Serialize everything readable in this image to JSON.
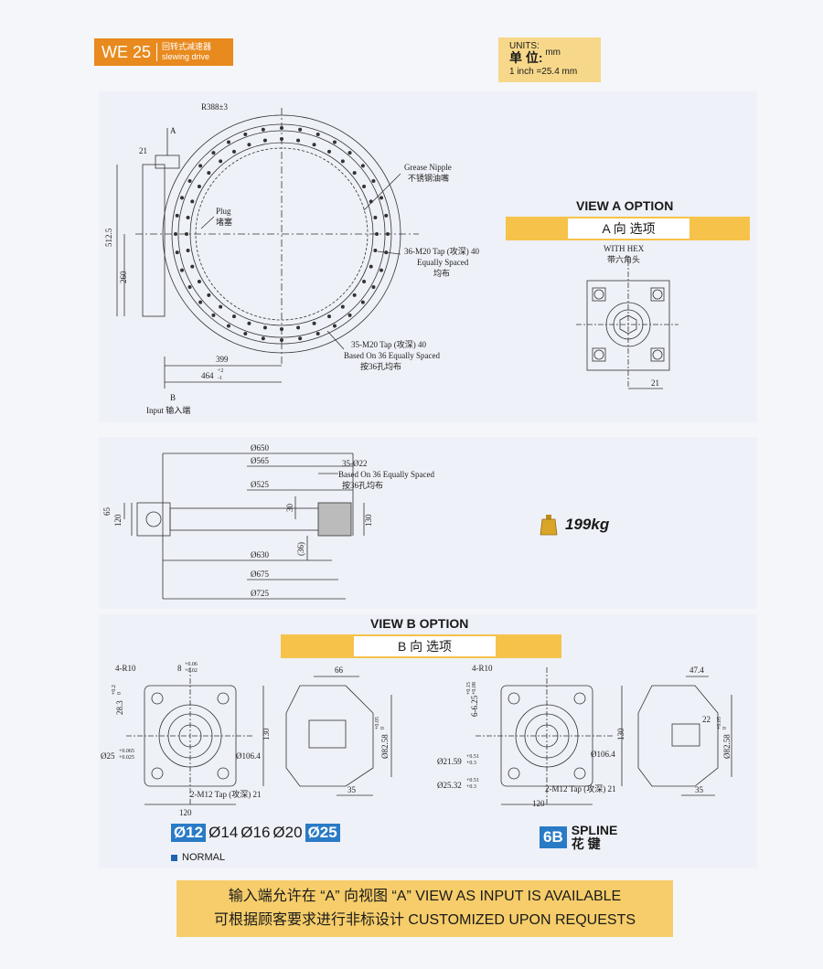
{
  "header": {
    "model": "WE 25",
    "name_cn": "回转式减速器",
    "name_en": "slewing drive"
  },
  "units": {
    "label_en": "UNITS:",
    "unit_en": "mm",
    "label_cn": "单 位:",
    "conversion": "1 inch =25.4 mm"
  },
  "top_drawing": {
    "radius": "R388±3",
    "view_a": "A",
    "view_b": "B",
    "flatness": "21",
    "height_total": "512.5",
    "height_lower": "260",
    "grease_nipple_en": "Grease Nipple",
    "grease_nipple_cn": "不锈钢油嘴",
    "plug_en": "Plug",
    "plug_cn": "堵塞",
    "tap_outer": "36-M20 Tap (攻深) 40",
    "tap_outer_spacing_en": "Equally Spaced",
    "tap_outer_spacing_cn": "均布",
    "tap_inner": "35-M20 Tap (攻深) 40",
    "tap_inner_spacing_en": "Based On 36 Equally Spaced",
    "tap_inner_spacing_cn": "按36孔均布",
    "dim_399": "399",
    "dim_464": "464",
    "dim_464_tol_up": "+2",
    "dim_464_tol_down": "-1",
    "input_label": "Input 输入端"
  },
  "section_drawing": {
    "d650": "Ø650",
    "d565": "Ø565",
    "d525": "Ø525",
    "d630": "Ø630",
    "d675": "Ø675",
    "d725": "Ø725",
    "holes": "35-Ø22",
    "holes_spacing_en": "Based On 36 Equally Spaced",
    "holes_spacing_cn": "按36孔均布",
    "h65": "65",
    "h120": "120",
    "h30": "30",
    "h36": "(36)",
    "h130": "130"
  },
  "weight": "199kg",
  "view_a": {
    "title": "VIEW A OPTION",
    "subtitle": "A 向 选项",
    "with_hex_en": "WITH HEX",
    "with_hex_cn": "带六角头",
    "dim": "21"
  },
  "view_b": {
    "title": "VIEW B OPTION",
    "subtitle": "B 向 选项",
    "left": {
      "r": "4-R10",
      "keyway": "8",
      "keyway_tol_up": "+0.06",
      "keyway_tol_down": "+0.02",
      "h28": "28.3",
      "h28_tol_up": "+0.2",
      "h28_tol_down": "0",
      "bore": "Ø25",
      "bore_tol_up": "+0.065",
      "bore_tol_down": "+0.025",
      "d106": "Ø106.4",
      "tap": "2-M12 Tap (攻深) 21",
      "w120": "120",
      "h130": "130",
      "l66": "66",
      "d82": "Ø82.58",
      "d82_tol_up": "+0.05",
      "d82_tol_down": "0",
      "l35": "35"
    },
    "right": {
      "r": "4-R10",
      "spline_h": "6-6.25",
      "spline_h_tol_up": "+0.15",
      "spline_h_tol_down": "+0.08",
      "d21": "Ø21.59",
      "d21_tol_up": "+0.51",
      "d21_tol_down": "+0.3",
      "d25": "Ø25.32",
      "d25_tol_up": "+0.51",
      "d25_tol_down": "+0.3",
      "d106": "Ø106.4",
      "tap": "2-M12 Tap (攻深) 21",
      "w120": "120",
      "h130": "130",
      "l47": "47.4",
      "l22": "22",
      "d82": "Ø82.58",
      "d82_tol_up": "+0.05",
      "d82_tol_down": "0",
      "l35": "35"
    }
  },
  "bores": {
    "items": [
      "Ø12",
      "Ø14",
      "Ø16",
      "Ø20",
      "Ø25"
    ],
    "highlighted": [
      "Ø12",
      "Ø25"
    ],
    "normal_label": "NORMAL",
    "highlight_color": "#2a7bc6"
  },
  "spline": {
    "code": "6B",
    "label_en": "SPLINE",
    "label_cn": "花  键"
  },
  "footer": {
    "line1": "输入端允许在 “A” 向视图  “A” VIEW AS INPUT IS AVAILABLE",
    "line2": "可根据顾客要求进行非标设计 CUSTOMIZED UPON REQUESTS"
  },
  "colors": {
    "accent_orange": "#e88a1e",
    "accent_yellow": "#f6c24a",
    "accent_blue": "#2a7bc6"
  }
}
